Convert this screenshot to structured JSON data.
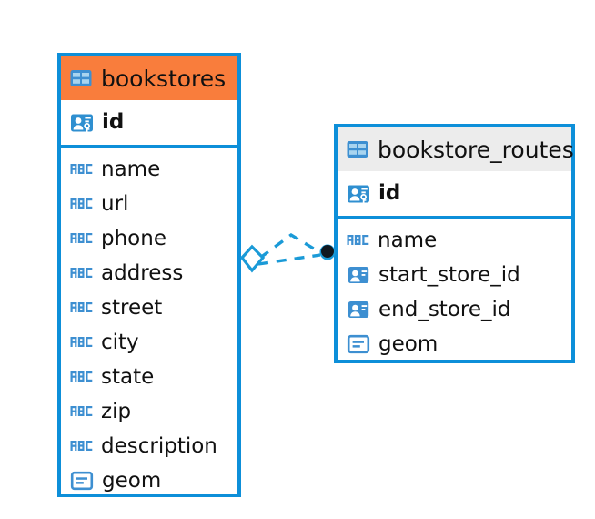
{
  "diagram": {
    "type": "er-schema",
    "background_color": "#ffffff",
    "entity_border_color": "#0d8fd9",
    "relationship_line_color": "#1a9ad7"
  },
  "tables": [
    {
      "name": "bookstores",
      "title": "bookstores",
      "header_color": "#f97d3c",
      "header_icon": "table-icon",
      "primary_key": {
        "label": "id",
        "icon": "primary-key-icon"
      },
      "fields": [
        {
          "label": "name",
          "icon": "abc-text-icon"
        },
        {
          "label": "url",
          "icon": "abc-text-icon"
        },
        {
          "label": "phone",
          "icon": "abc-text-icon"
        },
        {
          "label": "address",
          "icon": "abc-text-icon"
        },
        {
          "label": "street",
          "icon": "abc-text-icon"
        },
        {
          "label": "city",
          "icon": "abc-text-icon"
        },
        {
          "label": "state",
          "icon": "abc-text-icon"
        },
        {
          "label": "zip",
          "icon": "abc-text-icon"
        },
        {
          "label": "description",
          "icon": "abc-text-icon"
        },
        {
          "label": "geom",
          "icon": "geometry-icon"
        }
      ]
    },
    {
      "name": "bookstore_routes",
      "title": "bookstore_routes",
      "header_color": "#ececec",
      "header_icon": "table-icon",
      "primary_key": {
        "label": "id",
        "icon": "primary-key-icon"
      },
      "fields": [
        {
          "label": "name",
          "icon": "abc-text-icon"
        },
        {
          "label": "start_store_id",
          "icon": "foreign-key-icon"
        },
        {
          "label": "end_store_id",
          "icon": "foreign-key-icon"
        },
        {
          "label": "geom",
          "icon": "geometry-icon"
        }
      ]
    }
  ],
  "relationship": {
    "style": "dashed",
    "color": "#1a9ad7",
    "source_marker": "diamond-marker",
    "target_marker": "filled-circle-marker"
  }
}
